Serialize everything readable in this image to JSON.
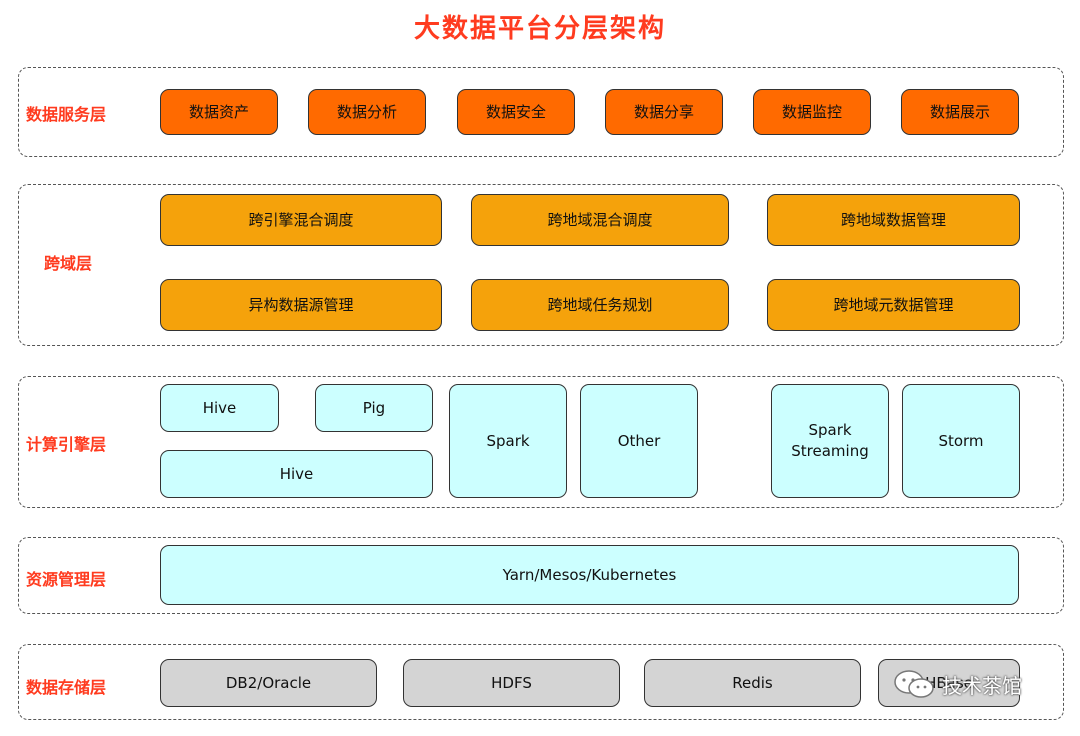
{
  "title": "大数据平台分层架构",
  "layers": {
    "service": {
      "label": "数据服务层",
      "items": [
        "数据资产",
        "数据分析",
        "数据安全",
        "数据分享",
        "数据监控",
        "数据展示"
      ]
    },
    "crossdomain": {
      "label": "跨域层",
      "items": [
        "跨引擎混合调度",
        "跨地域混合调度",
        "跨地域数据管理",
        "异构数据源管理",
        "跨地域任务规划",
        "跨地域元数据管理"
      ]
    },
    "compute": {
      "label": "计算引擎层",
      "items": [
        "Hive",
        "Pig",
        "Hive",
        "Spark",
        "Other",
        "Spark\nStreaming",
        "Storm"
      ]
    },
    "resource": {
      "label": "资源管理层",
      "items": [
        "Yarn/Mesos/Kubernetes"
      ]
    },
    "storage": {
      "label": "数据存储层",
      "items": [
        "DB2/Oracle",
        "HDFS",
        "Redis",
        "HBase"
      ]
    }
  },
  "watermark": "技术茶馆",
  "colors": {
    "title": "#ff3b1f",
    "service_box": "#ff6a00",
    "crossdomain_box": "#f5a20b",
    "compute_box": "#ccffff",
    "resource_box": "#ccffff",
    "storage_box": "#d4d4d4"
  }
}
